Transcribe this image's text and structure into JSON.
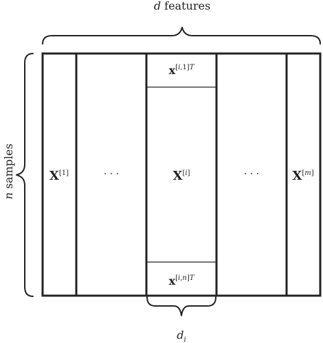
{
  "features_label": {
    "symbol": "d",
    "text": " features"
  },
  "samples_label": {
    "symbol": "n",
    "text": " samples"
  },
  "block_labels": {
    "first": {
      "base": "X",
      "sup": "[1]"
    },
    "middle": {
      "base": "X",
      "sup_open": "[",
      "sup_var": "i",
      "sup_close": "]"
    },
    "last": {
      "base": "X",
      "sup_open": "[",
      "sup_var": "m",
      "sup_close": "]"
    }
  },
  "ellipsis_left": "· · ·",
  "ellipsis_right": "· · ·",
  "row_top": {
    "base": "x",
    "sup_open": "[",
    "sup_var": "i",
    "sup_mid": ",1]",
    "sup_t": "T"
  },
  "row_bottom": {
    "base": "x",
    "sup_open": "[",
    "sup_var": "i",
    "sup_comma": ",",
    "sup_var2": "n",
    "sup_close": "]",
    "sup_t": "T"
  },
  "width_label": {
    "symbol": "d",
    "sub": "i"
  }
}
